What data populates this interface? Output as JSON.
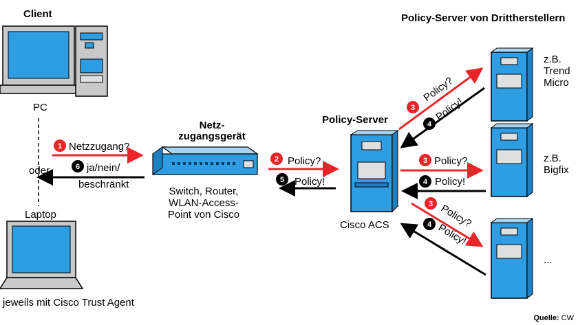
{
  "client": {
    "title": "Client",
    "pc": "PC",
    "oder": "oder",
    "laptop": "Laptop",
    "footnote": "jeweils mit Cisco Trust Agent"
  },
  "netz": {
    "title_line1": "Netz-",
    "title_line2": "zugangsgerät",
    "desc_line1": "Switch, Router,",
    "desc_line2": "WLAN-Access-",
    "desc_line3": "Point von Cisco"
  },
  "policy_server": {
    "title": "Policy-Server",
    "name": "Cisco ACS"
  },
  "third_party": {
    "title": "Policy-Server von Drittherstellern",
    "trend_l1": "z.B.",
    "trend_l2": "Trend",
    "trend_l3": "Micro",
    "bigfix_l1": "z.B.",
    "bigfix_l2": "Bigfix",
    "more": "..."
  },
  "steps": {
    "s1": {
      "num": "1",
      "text": "Netzzugang?"
    },
    "s6": {
      "num": "6",
      "text_line1": "ja/nein/",
      "text_line2": "beschränkt"
    },
    "s2": {
      "num": "2",
      "text": "Policy?"
    },
    "s5": {
      "num": "5",
      "text": "Policy!"
    },
    "s3": {
      "num": "3",
      "text": "Policy?"
    },
    "s4": {
      "num": "4",
      "text": "Policy!"
    }
  },
  "source": {
    "label": "Quelle:",
    "value": "CW"
  },
  "colors": {
    "red": "#e8262a",
    "blue": "#2f9de2",
    "black": "#000000",
    "gray": "#d0d0d0"
  }
}
